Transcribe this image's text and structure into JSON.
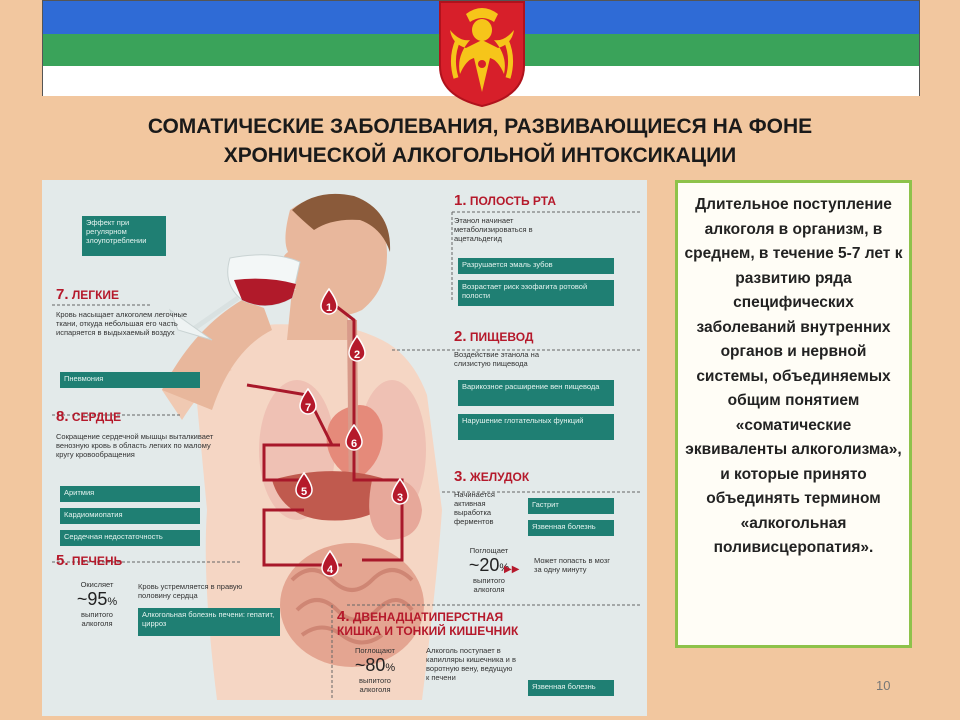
{
  "title": {
    "line1": "СОМАТИЧЕСКИЕ ЗАБОЛЕВАНИЯ, РАЗВИВАЮЩИЕСЯ НА ФОНЕ",
    "line2": "ХРОНИЧЕСКОЙ АЛКОГОЛЬНОЙ ИНТОКСИКАЦИИ"
  },
  "colors": {
    "flag_blue": "#2f6bd6",
    "flag_green": "#3aa35a",
    "flag_white": "#ffffff",
    "accent_red": "#b5192b",
    "teal": "#1f7f73",
    "side_border": "#8ec24a"
  },
  "infographic": {
    "legend": "Эффект при регулярном злоупотреблении",
    "s1": {
      "num": "1.",
      "title": "ПОЛОСТЬ РТА",
      "text": "Этанол начинает метаболизироваться в ацетальдегид",
      "box1": "Разрушается эмаль зубов",
      "box2": "Возрастает риск эзофагита ротовой полости"
    },
    "s2": {
      "num": "2.",
      "title": "ПИЩЕВОД",
      "text": "Воздействие этанола на слизистую пищевода",
      "box1": "Варикозное расширение вен пищевода",
      "box2": "Нарушение глотательных функций"
    },
    "s3": {
      "num": "3.",
      "title": "ЖЕЛУДОК",
      "text": "Начинается активная выработка ферментов",
      "box1": "Гастрит",
      "box2": "Язвенная болезнь",
      "absorb_label": "Поглощает",
      "value": "~20",
      "pct": "%",
      "drink_label": "выпитого алкоголя",
      "brain": "Может попасть в мозг за одну минуту"
    },
    "s4": {
      "num": "4.",
      "title_line1": "ДВЕНАДЦАТИПЕРСТНАЯ",
      "title_line2": "КИШКА И ТОНКИЙ КИШЕЧНИК",
      "absorb_label": "Поглощают",
      "value": "~80",
      "pct": "%",
      "drink_label": "выпитого алкоголя",
      "text": "Алкоголь поступает в капилляры кишечника и в воротную вену, ведущую к печени",
      "box1": "Язвенная болезнь"
    },
    "s5": {
      "num": "5.",
      "title": "ПЕЧЕНЬ",
      "oxid_label": "Окисляет",
      "value": "~95",
      "pct": "%",
      "drink_label": "выпитого алкоголя",
      "text": "Кровь устремляется в правую половину сердца",
      "box1": "Алкогольная болезнь печени: гепатит, цирроз"
    },
    "s7": {
      "num": "7.",
      "title": "ЛЕГКИЕ",
      "text": "Кровь насыщает алкоголем легочные ткани, откуда небольшая его часть испаряется в выдыхаемый воздух",
      "box1": "Пневмония"
    },
    "s8": {
      "num": "8.",
      "title": "СЕРДЦЕ",
      "text": "Сокращение сердечной мышцы выталкивает венозную кровь в область легких по малому кругу кровообращения",
      "box1": "Аритмия",
      "box2": "Кардиомиопатия",
      "box3": "Сердечная недостаточность"
    },
    "markers": [
      "1",
      "2",
      "3",
      "4",
      "5",
      "6",
      "7"
    ]
  },
  "side_text": "Длительное поступление алкоголя в организм, в среднем, в течение 5-7 лет к развитию ряда специфических заболеваний внутренних органов и нервной системы, объединяемых общим понятием «соматические эквиваленты алкоголизма», и которые принято объединять термином «алкогольная поливисцеропатия».",
  "page_number": "10"
}
